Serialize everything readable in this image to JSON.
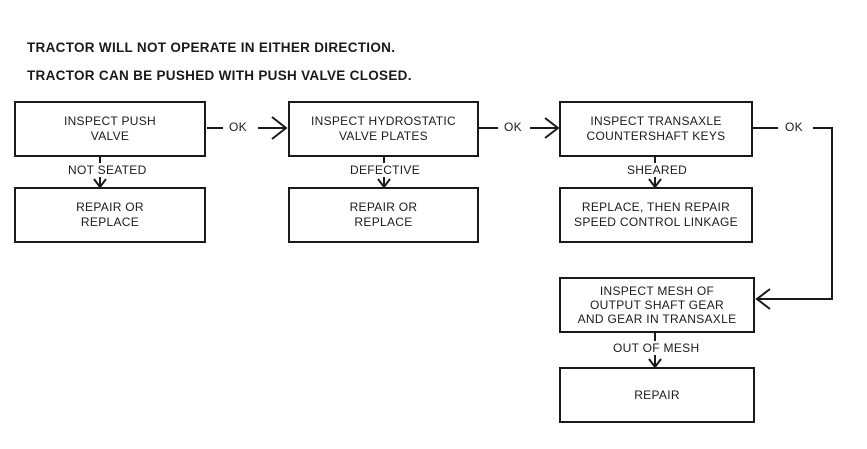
{
  "title_lines": [
    "TRACTOR WILL NOT OPERATE IN EITHER DIRECTION.",
    "TRACTOR CAN BE PUSHED WITH PUSH VALVE CLOSED."
  ],
  "boxes": {
    "push_valve": "INSPECT PUSH\nVALVE",
    "push_repair": "REPAIR OR\nREPLACE",
    "hydro": "INSPECT HYDROSTATIC\nVALVE PLATES",
    "hydro_repair": "REPAIR OR\nREPLACE",
    "transaxle": "INSPECT TRANSAXLE\nCOUNTERSHAFT KEYS",
    "transaxle_repair": "REPLACE, THEN REPAIR\nSPEED CONTROL LINKAGE",
    "mesh": "INSPECT MESH OF\nOUTPUT SHAFT GEAR\nAND GEAR IN TRANSAXLE",
    "mesh_repair": "REPAIR"
  },
  "labels": {
    "ok1": "OK",
    "ok2": "OK",
    "ok3": "OK",
    "not_seated": "NOT SEATED",
    "defective": "DEFECTIVE",
    "sheared": "SHEARED",
    "out_of_mesh": "OUT OF MESH"
  }
}
